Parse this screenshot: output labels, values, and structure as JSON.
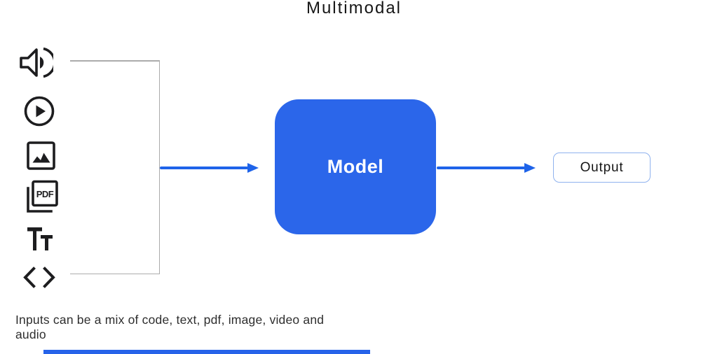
{
  "title": "Multimodal",
  "diagram": {
    "model_label": "Model",
    "output_label": "Output",
    "caption": "Inputs can be a mix of code, text, pdf, image, video and audio",
    "pdf_badge": "PDF",
    "inputs": [
      {
        "name": "audio",
        "icon": "audio-speaker-icon"
      },
      {
        "name": "video",
        "icon": "video-play-icon"
      },
      {
        "name": "image",
        "icon": "image-icon"
      },
      {
        "name": "pdf",
        "icon": "pdf-icon"
      },
      {
        "name": "text",
        "icon": "text-icon"
      },
      {
        "name": "code",
        "icon": "code-icon"
      }
    ]
  },
  "colors": {
    "model_fill": "#2B66EA",
    "model_text": "#FFFFFF",
    "arrow": "#1E63E9",
    "output_border": "#8FB2EE",
    "icon": "#1D1D1F",
    "bracket_line": "#ABABAB",
    "progress_bar": "#2663E9"
  }
}
